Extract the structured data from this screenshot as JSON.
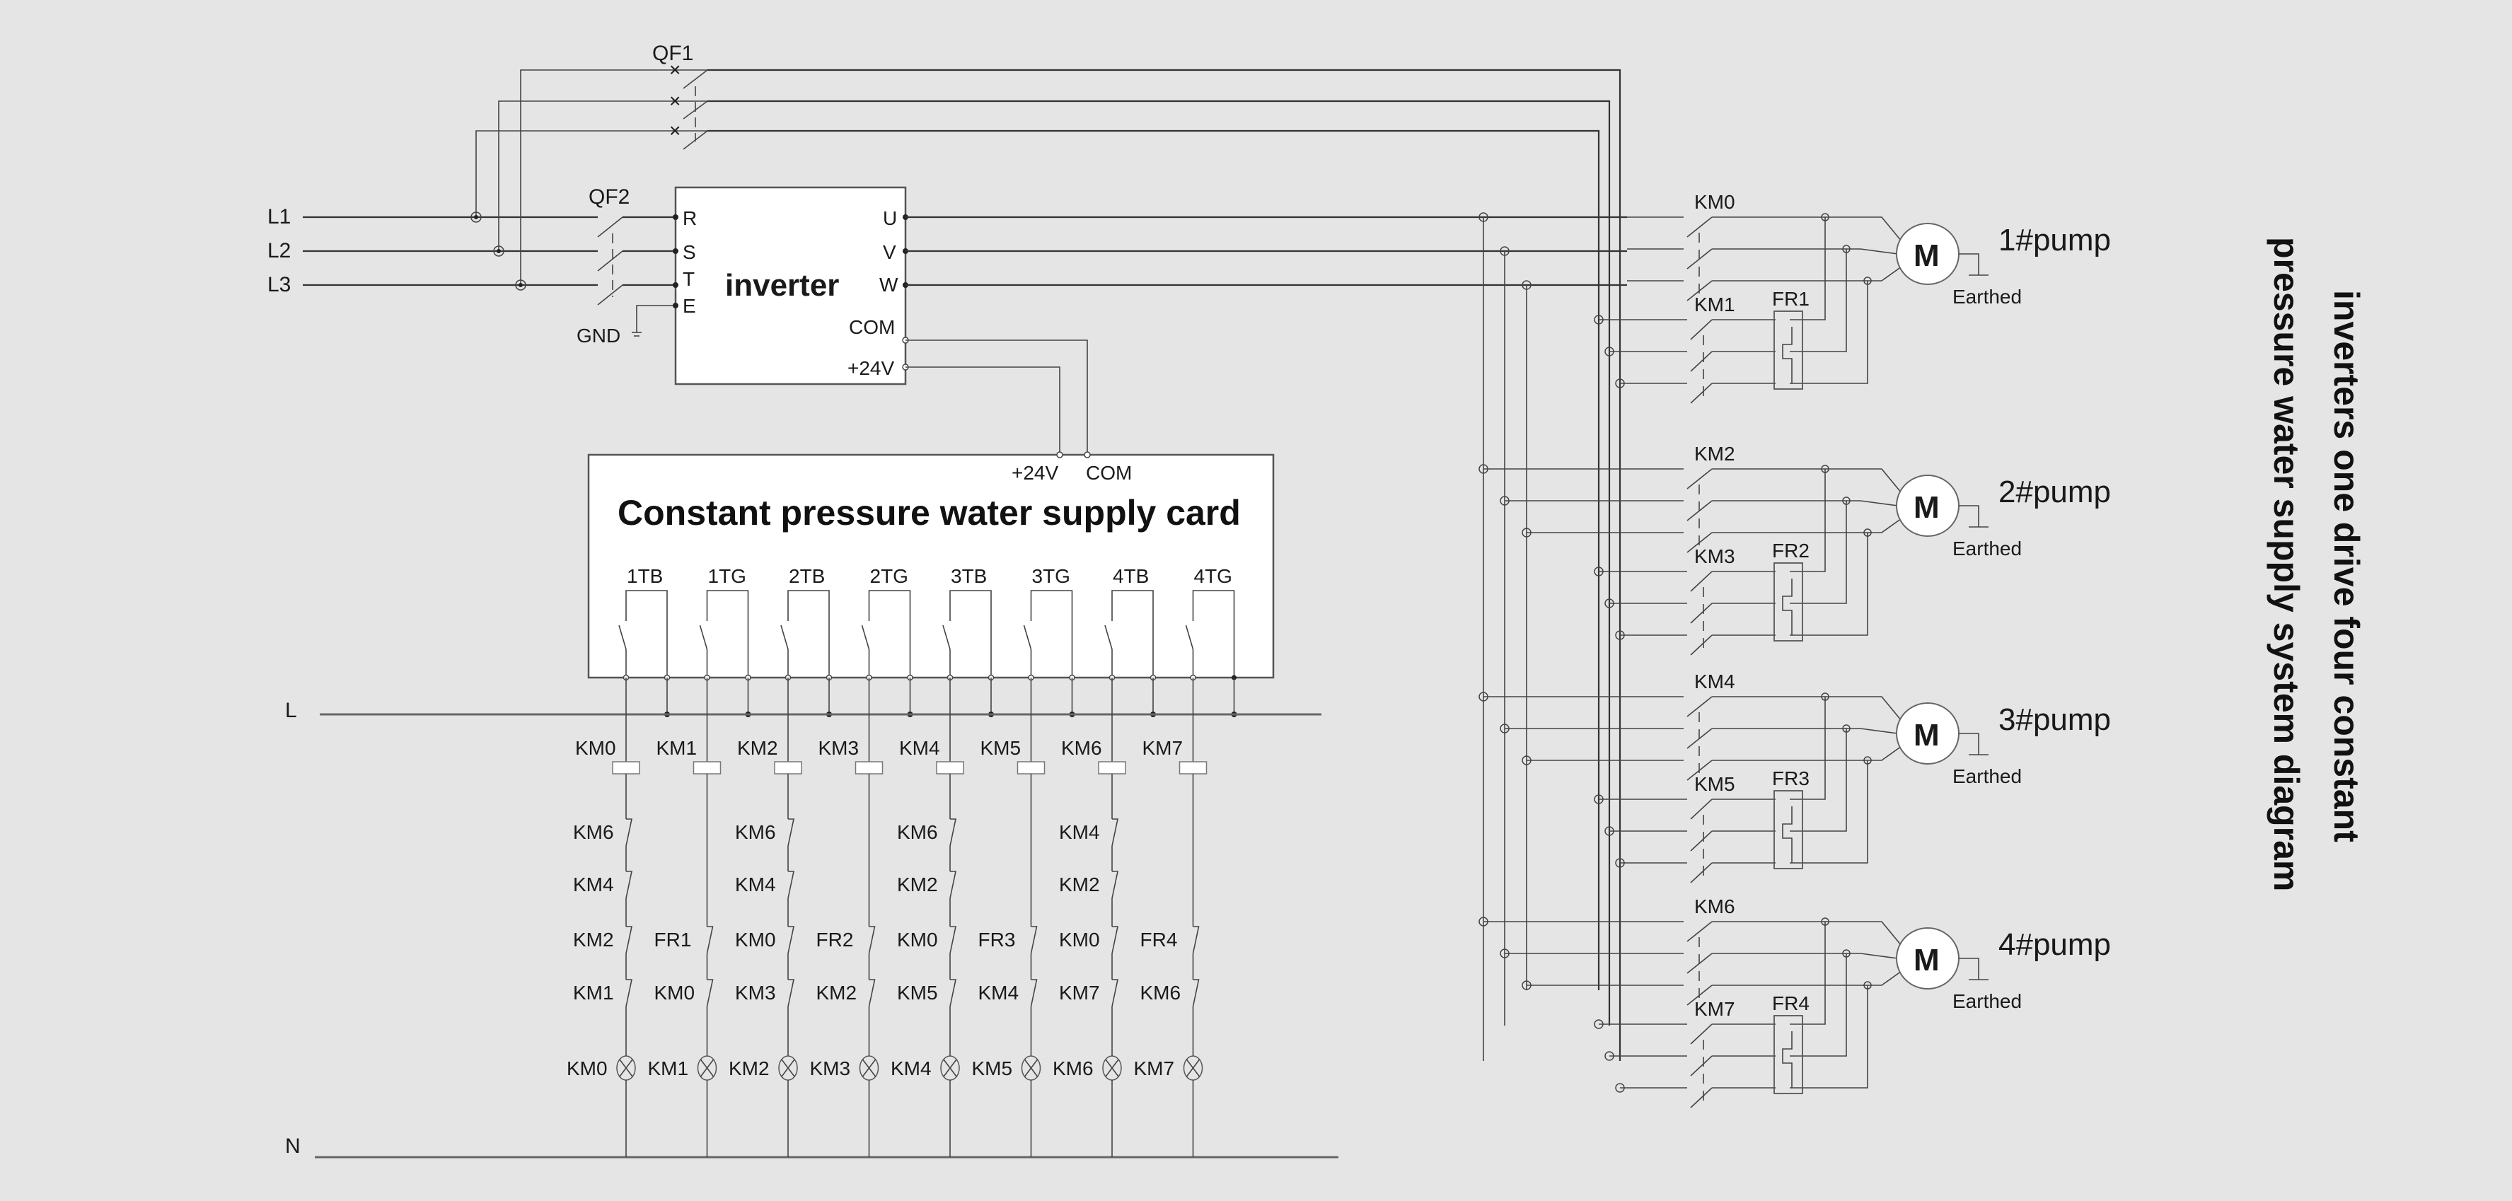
{
  "title": {
    "line1": "inverters one drive four constant",
    "line2": "pressure water supply system diagram"
  },
  "power": {
    "lines": [
      "L1",
      "L2",
      "L3"
    ],
    "breakers": [
      "QF1",
      "QF2"
    ],
    "gnd_label": "GND"
  },
  "inverter": {
    "name": "inverter",
    "inputs": [
      "R",
      "S",
      "T",
      "E"
    ],
    "outputs": [
      "U",
      "V",
      "W"
    ],
    "com": "COM",
    "v24": "+24V"
  },
  "card": {
    "title": "Constant pressure water supply card",
    "v24": "+24V",
    "com": "COM",
    "terminals": [
      "1TB",
      "1TG",
      "2TB",
      "2TG",
      "3TB",
      "3TG",
      "4TB",
      "4TG"
    ]
  },
  "control": {
    "l_label": "L",
    "n_label": "N",
    "rungs": [
      {
        "coil": "KM0",
        "contacts": [
          "KM6",
          "KM4",
          "KM2",
          "KM1"
        ],
        "lamp": "KM0"
      },
      {
        "coil": "KM1",
        "contacts": [
          "FR1",
          "KM0"
        ],
        "lamp": "KM1"
      },
      {
        "coil": "KM2",
        "contacts": [
          "KM6",
          "KM4",
          "KM0",
          "KM3"
        ],
        "lamp": "KM2"
      },
      {
        "coil": "KM3",
        "contacts": [
          "FR2",
          "KM2"
        ],
        "lamp": "KM3"
      },
      {
        "coil": "KM4",
        "contacts": [
          "KM6",
          "KM2",
          "KM0",
          "KM5"
        ],
        "lamp": "KM4"
      },
      {
        "coil": "KM5",
        "contacts": [
          "FR3",
          "KM4"
        ],
        "lamp": "KM5"
      },
      {
        "coil": "KM6",
        "contacts": [
          "KM4",
          "KM2",
          "KM0",
          "KM7"
        ],
        "lamp": "KM6"
      },
      {
        "coil": "KM7",
        "contacts": [
          "FR4",
          "KM6"
        ],
        "lamp": "KM7"
      }
    ]
  },
  "pumps": [
    {
      "name": "1#pump",
      "motor": "M",
      "var_contactor": "KM0",
      "mains_contactor": "KM1",
      "relay": "FR1",
      "earth": "Earthed"
    },
    {
      "name": "2#pump",
      "motor": "M",
      "var_contactor": "KM2",
      "mains_contactor": "KM3",
      "relay": "FR2",
      "earth": "Earthed"
    },
    {
      "name": "3#pump",
      "motor": "M",
      "var_contactor": "KM4",
      "mains_contactor": "KM5",
      "relay": "FR3",
      "earth": "Earthed"
    },
    {
      "name": "4#pump",
      "motor": "M",
      "var_contactor": "KM6",
      "mains_contactor": "KM7",
      "relay": "FR4",
      "earth": "Earthed"
    }
  ]
}
